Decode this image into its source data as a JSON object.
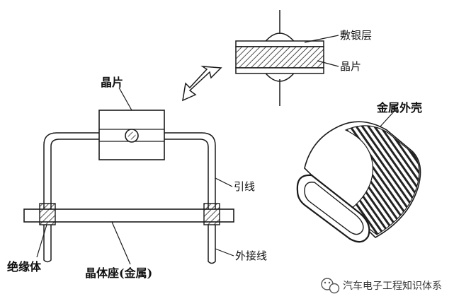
{
  "labels": {
    "silver_layer": "敷银层",
    "wafer_detail": "晶片",
    "wafer": "晶片",
    "metal_shell": "金属外壳",
    "lead": "引线",
    "external_lead": "外接线",
    "insulator": "绝缘体",
    "base": "晶体座(金属)"
  },
  "watermark": "汽车电子工程知识体系",
  "icons": {
    "arrow": "hollow-arrow-icon",
    "watermark": "wechat-icon"
  }
}
